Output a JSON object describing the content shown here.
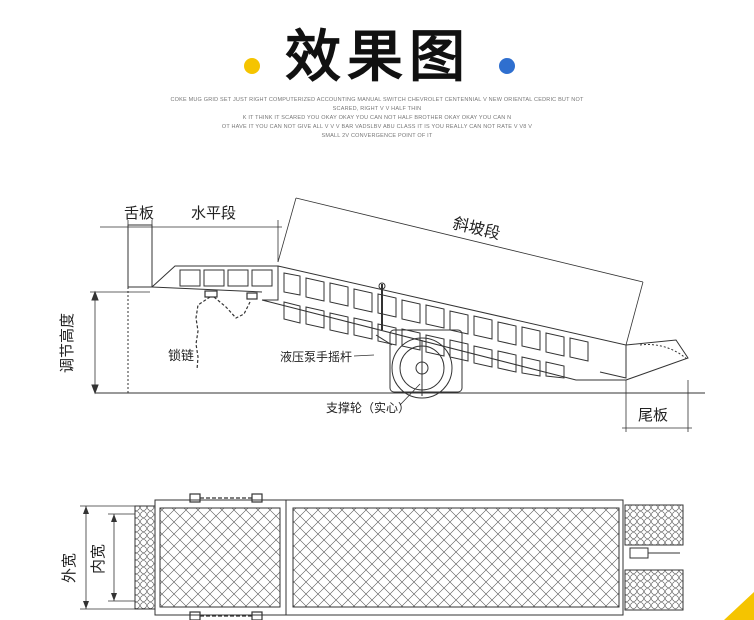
{
  "header": {
    "title": "效果图",
    "subtitle_lines": [
      "COKE MUG GRID SET JUST RIGHT COMPUTERIZED ACCOUNTING MANUAL SWITCH CHEVROLET CENTENNIAL V NEW ORIENTAL CEDRIC BUT NOT SCARED, RIGHT V V HALF THIN",
      "K IT THINK IT SCARED YOU OKAY OKAY YOU CAN NOT HALF BROTHER OKAY OKAY YOU CAN N",
      "OT HAVE IT YOU CAN NOT GIVE ALL V V V BAR VADSLBV ABU CLASS IT IS YOU REALLY CAN NOT RATE V V8 V",
      "SMALL 2V CONVERGENCE POINT OF IT"
    ],
    "colors": {
      "dot_left": "#f5c400",
      "dot_right": "#2f6fcf",
      "corner_accent": "#f5c400"
    }
  },
  "side_view": {
    "label_tongue": "舌板",
    "label_level": "水平段",
    "label_slope": "斜坡段",
    "label_height": "调节高度",
    "label_chain": "锁链",
    "label_pump": "液压泵手摇杆",
    "label_wheel": "支撑轮（实心）",
    "label_tail": "尾板"
  },
  "top_view": {
    "label_outer_width": "外宽",
    "label_inner_width": "内宽"
  }
}
